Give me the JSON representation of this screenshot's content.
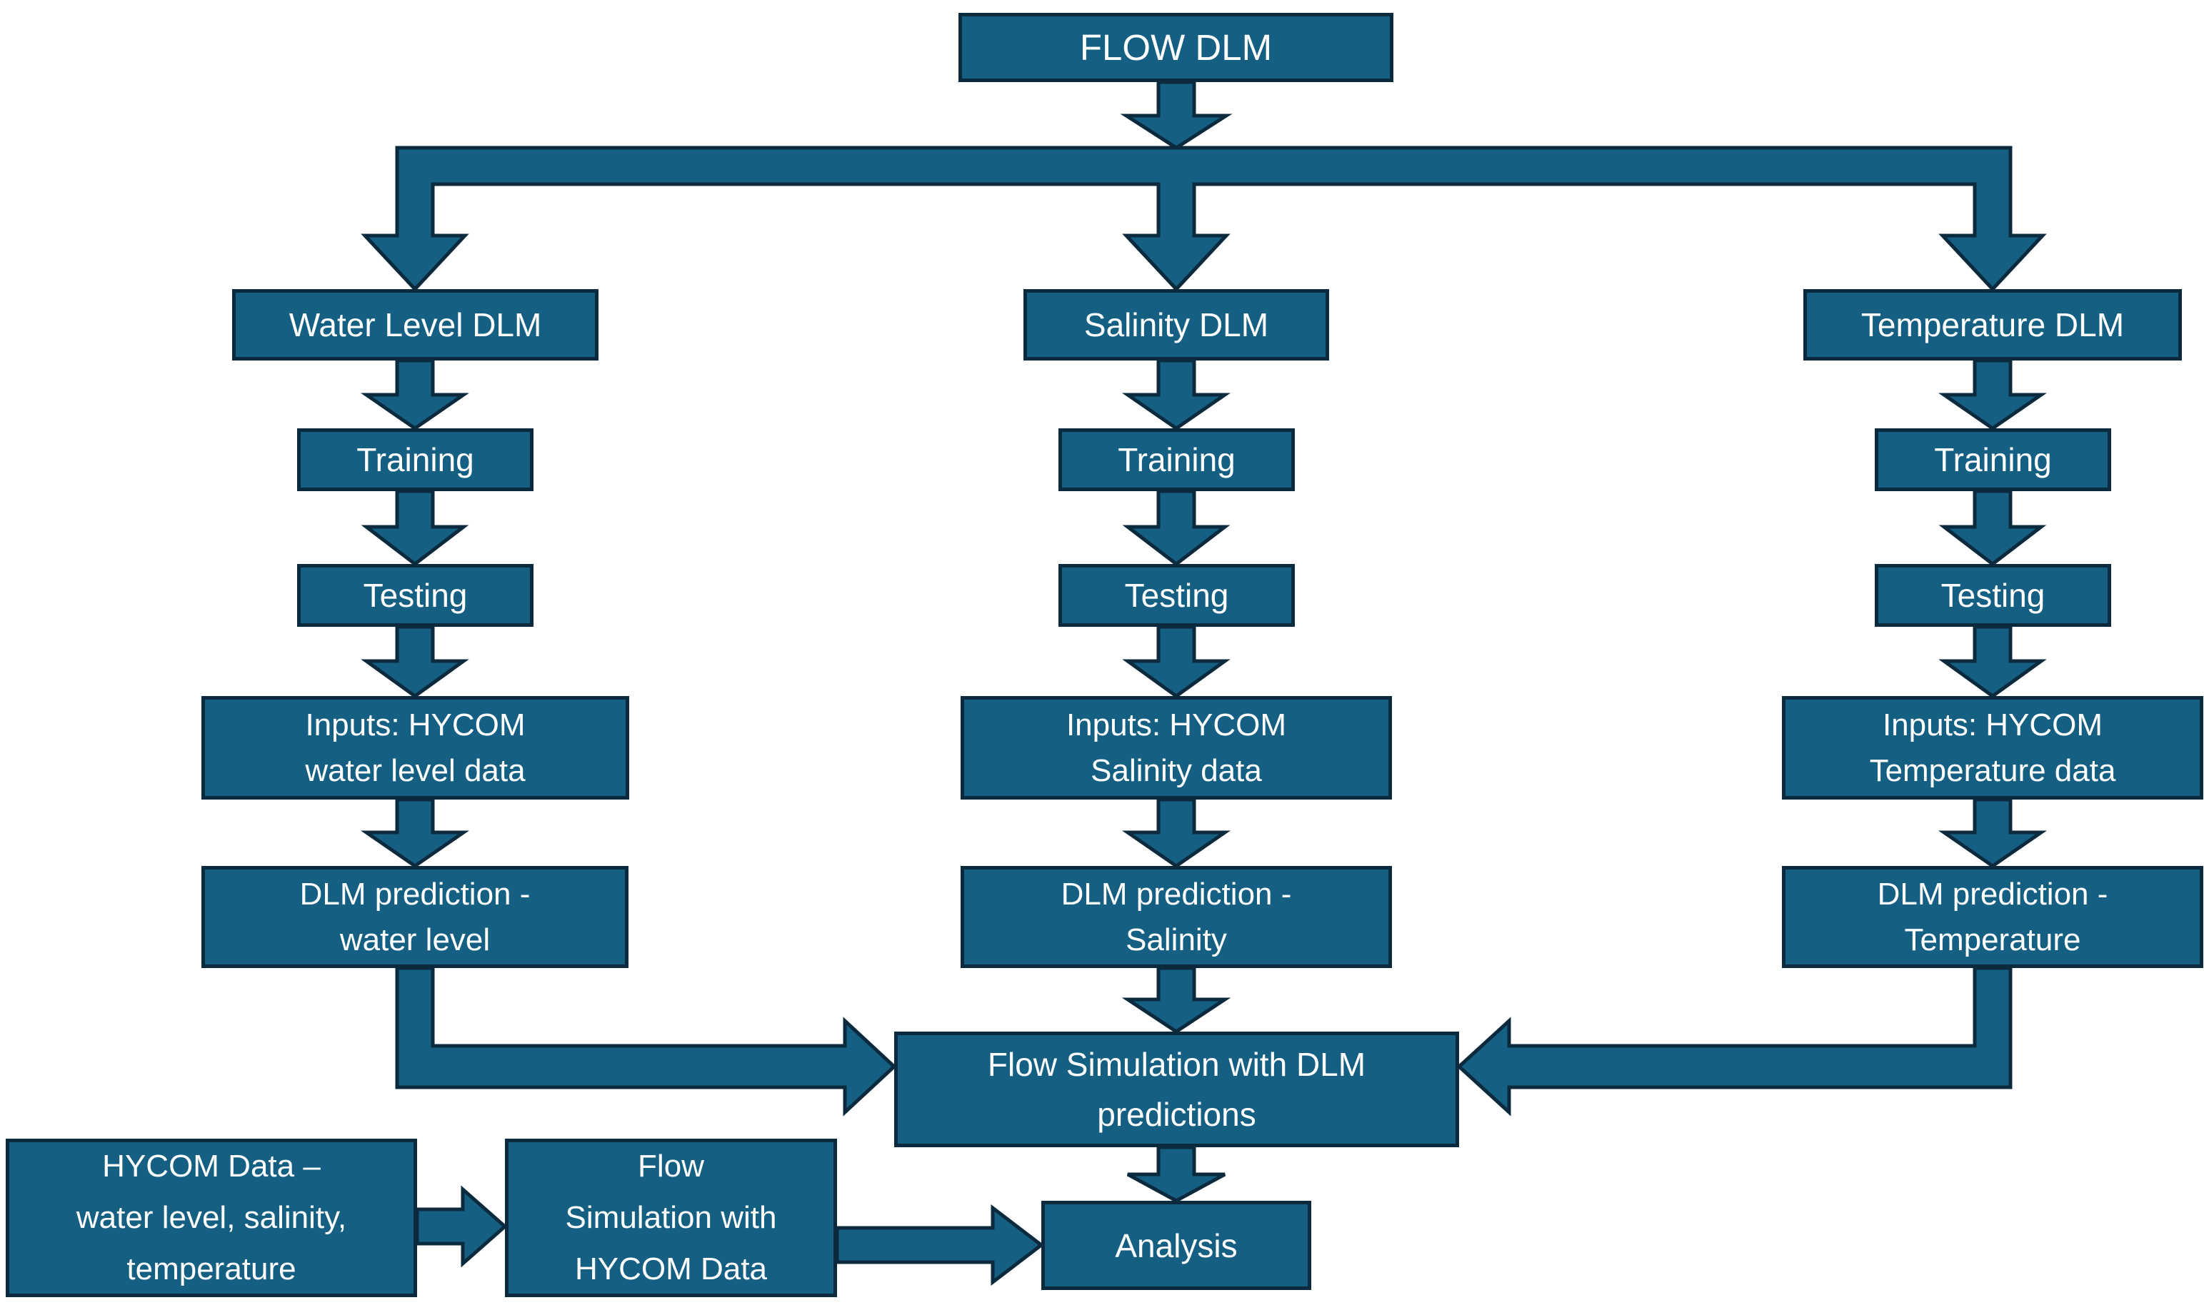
{
  "colors": {
    "background": "#ffffff",
    "box_fill": "#156082",
    "box_border": "#0c2a3d",
    "text": "#ffffff"
  },
  "nodes": {
    "flow_dlm": {
      "label": "FLOW DLM"
    },
    "water_level_dlm": {
      "label": "Water Level DLM"
    },
    "salinity_dlm": {
      "label": "Salinity DLM"
    },
    "temperature_dlm": {
      "label": "Temperature DLM"
    },
    "training_water": {
      "label": "Training"
    },
    "training_salinity": {
      "label": "Training"
    },
    "training_temperature": {
      "label": "Training"
    },
    "testing_water": {
      "label": "Testing"
    },
    "testing_salinity": {
      "label": "Testing"
    },
    "testing_temperature": {
      "label": "Testing"
    },
    "inputs_water": {
      "lines": [
        "Inputs: HYCOM",
        "water level data"
      ]
    },
    "inputs_salinity": {
      "lines": [
        "Inputs: HYCOM",
        "Salinity data"
      ]
    },
    "inputs_temperature": {
      "lines": [
        "Inputs: HYCOM",
        "Temperature data"
      ]
    },
    "pred_water": {
      "lines": [
        "DLM prediction -",
        "water level"
      ]
    },
    "pred_salinity": {
      "lines": [
        "DLM prediction -",
        "Salinity"
      ]
    },
    "pred_temperature": {
      "lines": [
        "DLM prediction -",
        "Temperature"
      ]
    },
    "flow_sim_dlm": {
      "lines": [
        "Flow Simulation with DLM",
        "predictions"
      ]
    },
    "analysis": {
      "label": "Analysis"
    },
    "hycom_data": {
      "lines": [
        "HYCOM Data –",
        "water level, salinity,",
        "temperature"
      ]
    },
    "flow_sim_hycom": {
      "lines": [
        "Flow",
        "Simulation with",
        "HYCOM Data"
      ]
    }
  }
}
